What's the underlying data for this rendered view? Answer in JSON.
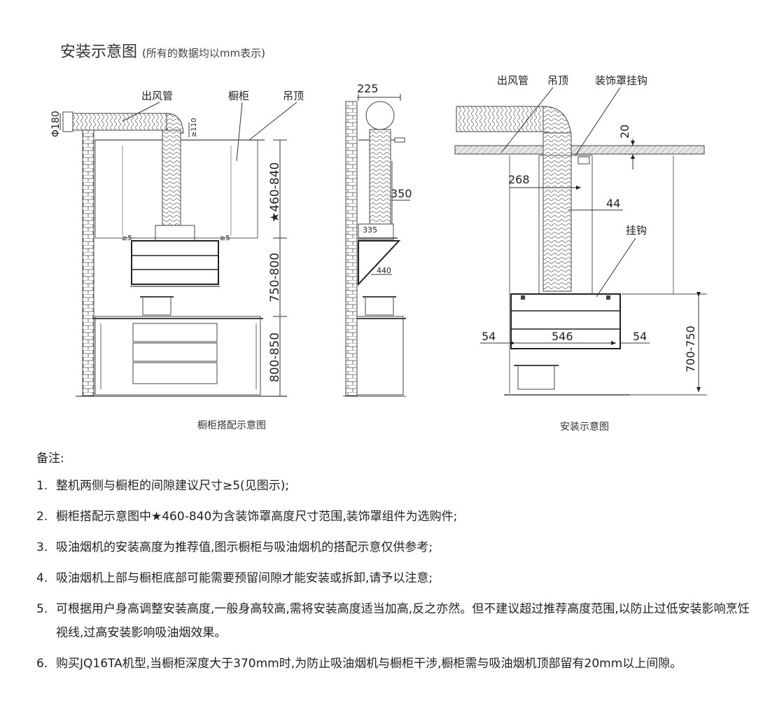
{
  "title": {
    "main": "安装示意图",
    "paren_open": "(",
    "sub": "所有的数据均以mm表示",
    "paren_close": ")"
  },
  "left_diagram": {
    "caption": "橱柜搭配示意图",
    "labels": {
      "duct": "出风管",
      "cabinet": "橱柜",
      "ceiling": "吊顶",
      "pipe_dia": "Φ180",
      "gap_top": "≥110",
      "gap_left": "≥5",
      "gap_right": "≥5",
      "dim_cover": "★460-840",
      "dim_hood": "750-800",
      "dim_counter": "800-850"
    }
  },
  "side_diagram": {
    "labels": {
      "dim_top": "225",
      "dim_mid": "350",
      "dim_base": "335",
      "dim_depth": "440"
    }
  },
  "right_diagram": {
    "caption": "安装示意图",
    "labels": {
      "duct": "出风管",
      "ceiling": "吊顶",
      "cover_hook": "装饰罩挂钩",
      "hook": "挂钩",
      "dim_20": "20",
      "dim_268": "268",
      "dim_44": "44",
      "dim_54_left": "54",
      "dim_546": "546",
      "dim_54_right": "54",
      "dim_height": "700-750"
    }
  },
  "notes": {
    "heading": "备注:",
    "items": [
      {
        "num": "1.",
        "text": "整机两侧与橱柜的间隙建议尺寸≥5(见图示);"
      },
      {
        "num": "2.",
        "text": "橱柜搭配示意图中★460-840为含装饰罩高度尺寸范围,装饰罩组件为选购件;"
      },
      {
        "num": "3.",
        "text": "吸油烟机的安装高度为推荐值,图示橱柜与吸油烟机的搭配示意仅供参考;"
      },
      {
        "num": "4.",
        "text": "吸油烟机上部与橱柜底部可能需要预留间隙才能安装或拆卸,请予以注意;"
      },
      {
        "num": "5.",
        "text": "可根据用户身高调整安装高度,一般身高较高,需将安装高度适当加高,反之亦然。但不建议超过推荐高度范围,以防止过低安装影响烹饪视线,过高安装影响吸油烟效果。"
      },
      {
        "num": "6.",
        "text": "购买JQ16TA机型,当橱柜深度大于370mm时,为防止吸油烟机与橱柜干涉,橱柜需与吸油烟机顶部留有20mm以上间隙。"
      }
    ]
  }
}
